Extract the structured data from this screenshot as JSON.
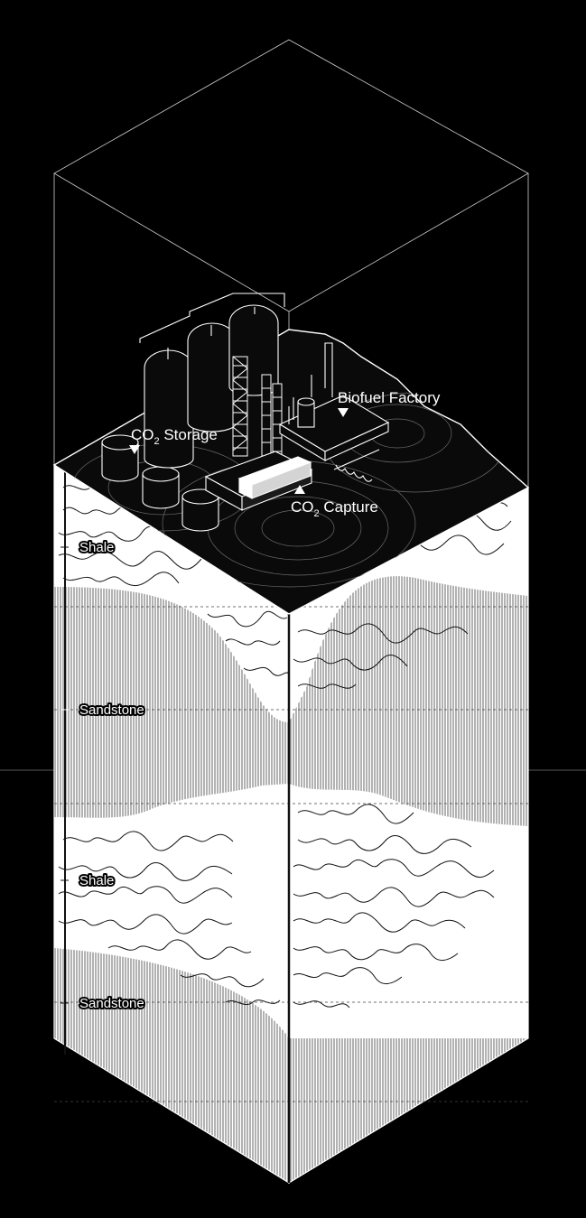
{
  "labels": {
    "co2_storage": {
      "prefix": "CO",
      "sub": "2",
      "suffix": " Storage"
    },
    "biofuel_factory": "Biofuel Factory",
    "co2_capture": {
      "prefix": "CO",
      "sub": "2",
      "suffix": " Capture"
    }
  },
  "strata": [
    "Shale",
    "Sandstone",
    "Shale",
    "Sandstone"
  ],
  "colors": {
    "background": "#000000",
    "line": "#ffffff",
    "sandstone": "#c9c9c9",
    "shale": "#ffffff",
    "surface": "#0a0a0a"
  }
}
